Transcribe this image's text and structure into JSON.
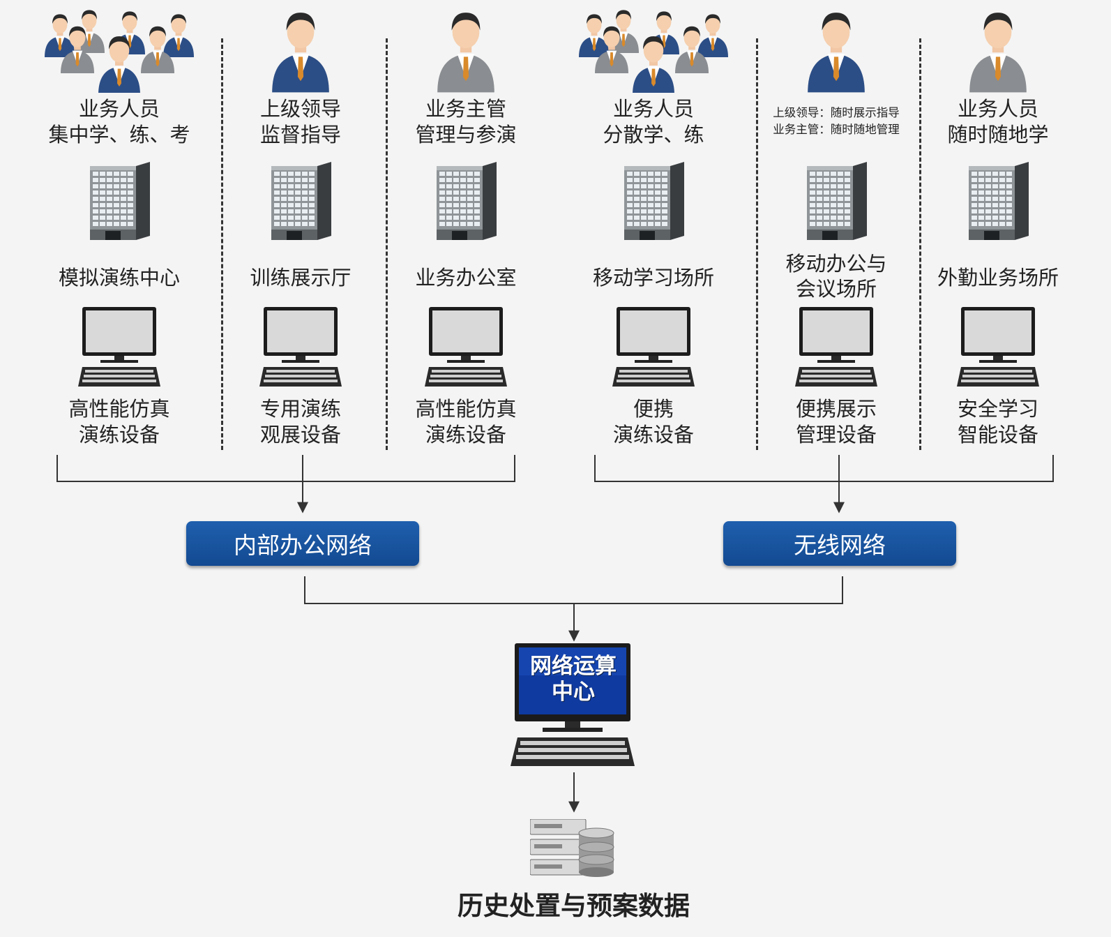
{
  "columns": [
    {
      "role": [
        "业务人员",
        "集中学、练、考"
      ],
      "role_style": "normal",
      "people": "group",
      "place": [
        "模拟演练中心"
      ],
      "device": [
        "高性能仿真",
        "演练设备"
      ]
    },
    {
      "role": [
        "上级领导",
        "监督指导"
      ],
      "role_style": "normal",
      "people": "leader-blue",
      "place": [
        "训练展示厅"
      ],
      "device": [
        "专用演练",
        "观展设备"
      ]
    },
    {
      "role": [
        "业务主管",
        "管理与参演"
      ],
      "role_style": "normal",
      "people": "manager-grey",
      "place": [
        "业务办公室"
      ],
      "device": [
        "高性能仿真",
        "演练设备"
      ]
    },
    {
      "role": [
        "业务人员",
        "分散学、练"
      ],
      "role_style": "normal",
      "people": "group",
      "place": [
        "移动学习场所"
      ],
      "device": [
        "便携",
        "演练设备"
      ]
    },
    {
      "role": [
        "上级领导：随时展示指导",
        "业务主管：随时随地管理"
      ],
      "role_style": "small",
      "people": "leader-blue",
      "place": [
        "移动办公与",
        "会议场所"
      ],
      "device": [
        "便携展示",
        "管理设备"
      ]
    },
    {
      "role": [
        "业务人员",
        "随时随地学"
      ],
      "role_style": "normal",
      "people": "manager-grey",
      "place": [
        "外勤业务场所"
      ],
      "device": [
        "安全学习",
        "智能设备"
      ]
    }
  ],
  "networks": {
    "internal": "内部办公网络",
    "wireless": "无线网络"
  },
  "center": {
    "line1": "网络运算",
    "line2": "中心"
  },
  "database": {
    "label": "历史处置与预案数据"
  },
  "colors": {
    "network_box": "#1a56a5",
    "screen_blue": "#0f3aa0",
    "connector": "#333333",
    "suit_blue": "#2c4e86",
    "suit_grey": "#8a8d91"
  }
}
